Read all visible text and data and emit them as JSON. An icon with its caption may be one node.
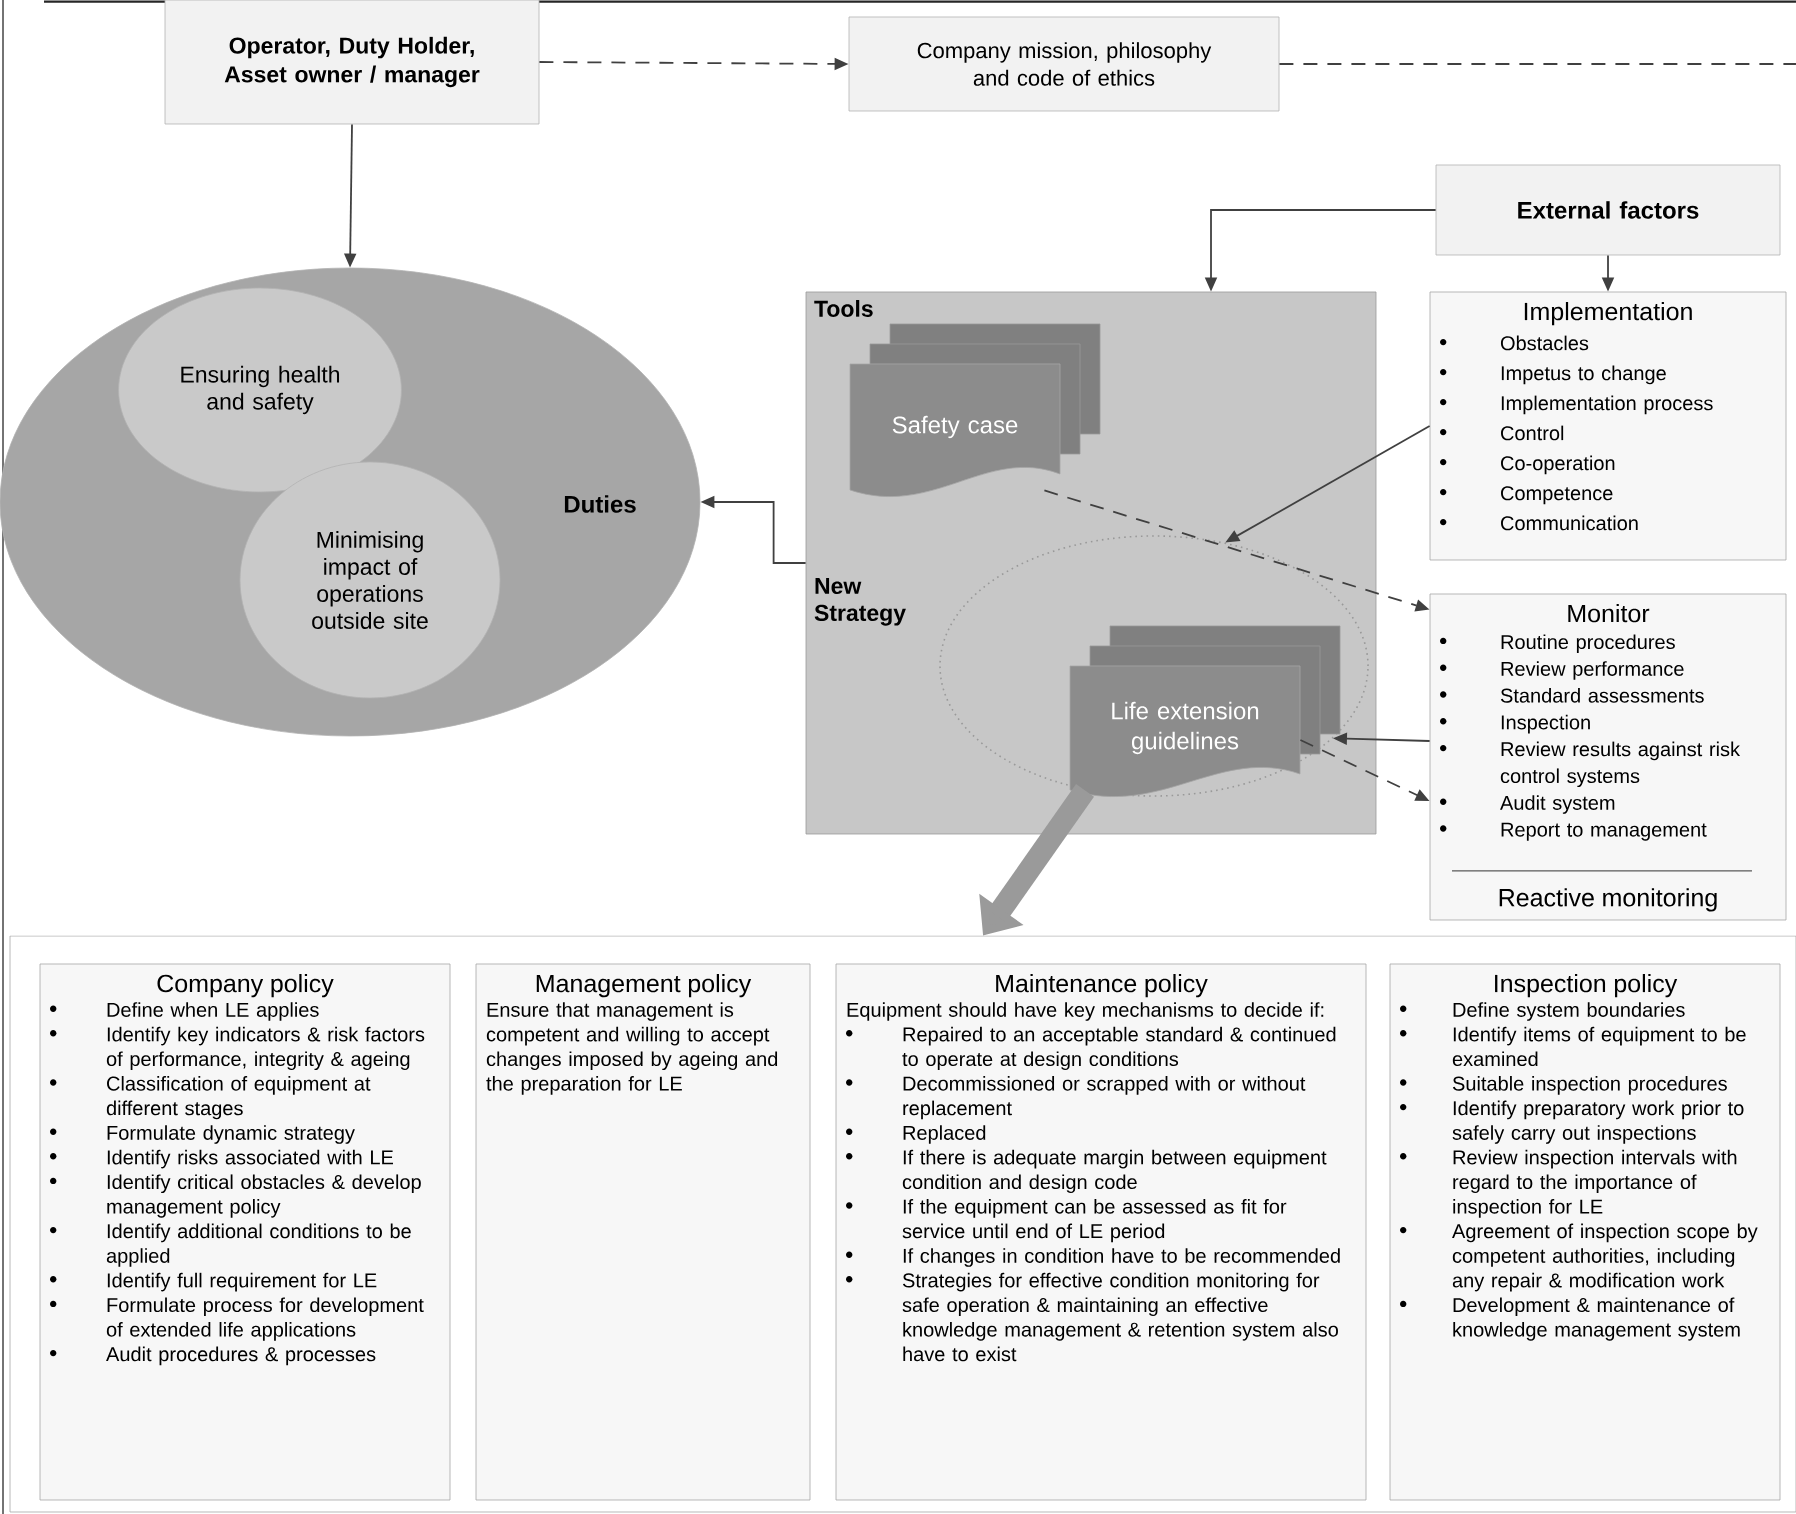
{
  "diagram": {
    "nodes": [
      {
        "text": [
          "Operator, Duty Holder, Asset owner / manager"
        ]
      },
      {
        "text": [
          "Company mission, philosophy and code of ethics"
        ]
      },
      {
        "text": [
          "External factors"
        ]
      },
      {
        "text": [
          "Duties"
        ]
      },
      {
        "text": [
          "Ensuring health and safety"
        ],
        "in": 3
      },
      {
        "text": [
          "Minimising impact of operations outside site"
        ],
        "in": 3
      },
      {
        "text": [
          "Tools",
          "New Strategy"
        ]
      },
      {
        "text": [
          "Safety case"
        ],
        "in": 6
      },
      {
        "text": [],
        "shape": "ellipse",
        "in": 6
      },
      {
        "text": [
          "Life extension guidelines"
        ],
        "in": 8
      },
      {
        "text": [
          "Implementation",
          "Obstacles",
          "Impetus to change",
          "Implementation process",
          "Control",
          "Co-operation",
          "Competence",
          "Communication"
        ]
      },
      {
        "text": [
          "Monitor",
          "Routine procedures",
          "Review performance",
          "Standard assessments",
          "Inspection",
          "Review results against risk control systems",
          "Audit system",
          "Report to management",
          "Reactive monitoring"
        ]
      },
      {
        "text": [],
        "shape": "box"
      },
      {
        "text": [
          "Company policy",
          "Define when LE applies",
          "Identify key indicators & risk factors of performance, integrity & ageing",
          "Classification of equipment at different stages",
          "Formulate dynamic strategy",
          "Identify risks associated with LE",
          "Identify critical obstacles & develop management policy",
          "Identify additional conditions to be applied",
          "Identify full requirement for LE",
          "Formulate process for development of extended life applications",
          "Audit procedures & processes"
        ],
        "in": 12
      },
      {
        "text": [
          "Management policy",
          "Ensure that management is competent and willing to accept changes imposed by ageing and the preparation for LE"
        ],
        "in": 12
      },
      {
        "text": [
          "Maintenance policy",
          "Equipment should have key mechanisms to decide if:",
          "Repaired to an acceptable standard & continued to operate at design conditions",
          "Decommissioned or scrapped with or without replacement",
          "Replaced",
          "If there is adequate margin between equipment condition and design code",
          "If the equipment can be assessed as fit for service until end of LE period",
          "If changes in condition have to be recommended",
          "Strategies for effective condition monitoring for safe operation & maintaining an effective knowledge management & retention system also have to exist"
        ],
        "in": 12
      },
      {
        "text": [
          "Inspection policy",
          "Define system boundaries",
          "Identify items of equipment to be examined",
          "Suitable inspection procedures",
          "Identify preparatory work prior to safely carry out inspections",
          "Review inspection intervals with regard to the importance of inspection for LE",
          "Agreement of inspection scope by competent authorities, including any repair & modification work",
          "Development & maintenance of knowledge management system"
        ],
        "in": 12
      }
    ],
    "edges": [
      {
        "from": 0,
        "to": 1,
        "arrow": "to",
        "style": "dashed"
      },
      {
        "from": 1,
        "to": null,
        "arrow": "none",
        "style": "dashed"
      },
      {
        "from": 0,
        "to": 3,
        "arrow": "to"
      },
      {
        "from": 2,
        "to": 6,
        "arrow": "to"
      },
      {
        "from": 2,
        "to": 10,
        "arrow": "to"
      },
      {
        "from": 6,
        "to": 3,
        "arrow": "to"
      },
      {
        "from": 7,
        "to": 11,
        "arrow": "to",
        "style": "dashed"
      },
      {
        "from": 10,
        "to": 8,
        "arrow": "to"
      },
      {
        "from": 11,
        "to": 8,
        "arrow": "to"
      },
      {
        "from": 9,
        "to": 11,
        "arrow": "to",
        "style": "dashed"
      },
      {
        "from": 9,
        "to": 12,
        "arrow": "to",
        "style": "thick",
        "color": "#9a9a9a"
      }
    ]
  }
}
